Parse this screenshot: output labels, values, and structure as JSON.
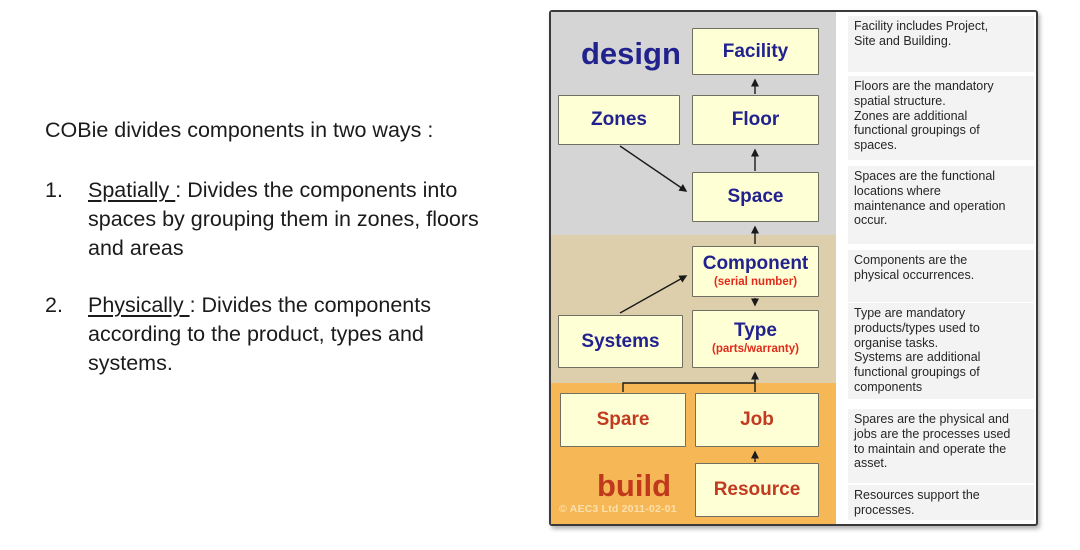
{
  "left": {
    "intro": "COBie divides components in two ways :",
    "items": [
      {
        "number": "1.",
        "term": "Spatially ",
        "after": ": Divides the components into",
        "lines": [
          "spaces by grouping them in zones, floors",
          "and areas"
        ]
      },
      {
        "number": "2.",
        "term": "Physically ",
        "after": ": Divides the components",
        "lines": [
          "according to the product, types and",
          "systems."
        ]
      }
    ]
  },
  "diagram": {
    "phase_design": "design",
    "phase_build": "build",
    "copyright": "© AEC3 Ltd 2011-02-01",
    "boxes": {
      "facility": {
        "label": "Facility"
      },
      "zones": {
        "label": "Zones"
      },
      "floor": {
        "label": "Floor"
      },
      "space": {
        "label": "Space"
      },
      "component": {
        "label": "Component",
        "sub": "(serial number)"
      },
      "systems": {
        "label": "Systems"
      },
      "type": {
        "label": "Type",
        "sub": "(parts/warranty)"
      },
      "spare": {
        "label": "Spare"
      },
      "job": {
        "label": "Job"
      },
      "resource": {
        "label": "Resource"
      }
    },
    "colors": {
      "design_band": "#d5d5d5",
      "component_band": "#ddcfab",
      "build_band": "#f6b757",
      "box_fill": "#ffffd6",
      "blue_text": "#22228f",
      "red_subtext": "#e02a1a",
      "brick_text": "#c23a20"
    }
  },
  "annotations": [
    {
      "text": "Facility includes Project,\nSite and Building."
    },
    {
      "text": "Floors are the mandatory\nspatial structure.\nZones are additional\nfunctional groupings of\nspaces."
    },
    {
      "text": "Spaces are the functional\nlocations where\nmaintenance and operation\noccur."
    },
    {
      "text": "Components are the\nphysical occurrences."
    },
    {
      "text": "Type are mandatory\nproducts/types used to\norganise tasks.\nSystems are additional\nfunctional groupings of\ncomponents"
    },
    {
      "text": "Spares are the physical and\njobs are the processes used\nto maintain and operate the\nasset."
    },
    {
      "text": "Resources support the\nprocesses."
    }
  ]
}
